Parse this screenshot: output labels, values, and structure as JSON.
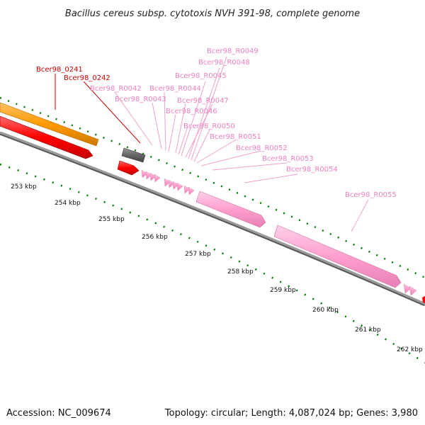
{
  "title": "Bacillus cereus subsp. cytotoxis NVH 391-98, complete genome",
  "footer": {
    "accession": "Accession: NC_009674",
    "summary": "Topology: circular; Length: 4,087,024 bp; Genes: 3,980"
  },
  "scale_ticks": [
    "253 kbp",
    "254 kbp",
    "255 kbp",
    "256 kbp",
    "257 kbp",
    "258 kbp",
    "259 kbp",
    "260 kbp",
    "261 kbp",
    "262 kbp"
  ],
  "gene_labels": {
    "red": [
      "Bcer98_0241",
      "Bcer98_0242"
    ],
    "pink": [
      "Bcer98_R0049",
      "Bcer98_R0048",
      "Bcer98_R0045",
      "Bcer98_R0042",
      "Bcer98_R0044",
      "Bcer98_R0043",
      "Bcer98_R0047",
      "Bcer98_R0046",
      "Bcer98_R0050",
      "Bcer98_R0051",
      "Bcer98_R0052",
      "Bcer98_R0053",
      "Bcer98_R0054",
      "Bcer98_R0055"
    ]
  },
  "colors": {
    "cds": "#ff0000",
    "gene": "#ff9900",
    "rna": "#ff9fcf",
    "other": "#666666",
    "backbone": "#808080",
    "tick": "#007a00",
    "red_label": "#cc0000",
    "pink_label": "#ee82c0"
  }
}
